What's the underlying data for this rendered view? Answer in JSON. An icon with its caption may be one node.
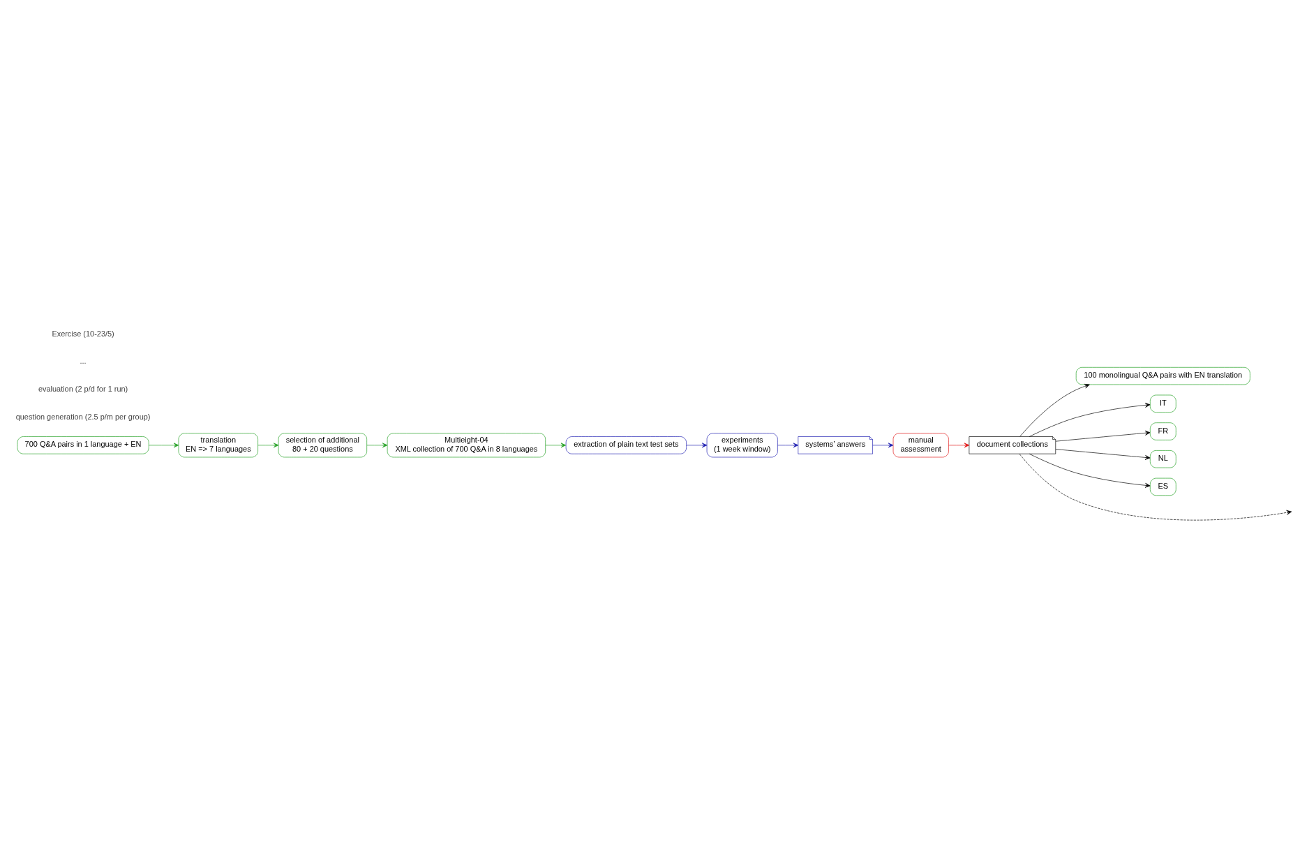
{
  "diagram": {
    "nodes": [
      {
        "text": [
          "document collections"
        ]
      },
      {
        "text": [
          "100 monolingual Q&A pairs with EN translation"
        ]
      },
      {
        "text": [
          "IT"
        ]
      },
      {
        "text": [
          "FR"
        ]
      },
      {
        "text": [
          "NL"
        ]
      },
      {
        "text": [
          "ES"
        ]
      },
      {
        "text": [
          "700 Q&A pairs in 1 language + EN"
        ]
      },
      {
        "text": [
          "translation",
          "EN => 7 languages"
        ]
      },
      {
        "text": [
          "selection of additional",
          "80 + 20 questions"
        ]
      },
      {
        "text": [
          "Multieight-04",
          "XML collection of 700 Q&A in 8 languages"
        ]
      },
      {
        "text": [
          "extraction of plain text test sets"
        ]
      },
      {
        "text": [
          "experiments",
          "(1 week window)"
        ]
      },
      {
        "text": [
          "systems’ answers"
        ]
      },
      {
        "text": [
          "manual",
          "assessment"
        ]
      }
    ],
    "edges": [
      {
        "from": 0,
        "to": 1,
        "arrow": "to"
      },
      {
        "from": 0,
        "to": 2,
        "arrow": "to"
      },
      {
        "from": 0,
        "to": 3,
        "arrow": "to"
      },
      {
        "from": 0,
        "to": 4,
        "arrow": "to"
      },
      {
        "from": 0,
        "to": 5,
        "arrow": "to"
      },
      {
        "from": 0,
        "to": null,
        "arrow": "to",
        "style": "dashed"
      },
      {
        "from": 6,
        "to": 7,
        "arrow": "to",
        "color": "#22a022"
      },
      {
        "from": 7,
        "to": 8,
        "arrow": "to",
        "color": "#22a022"
      },
      {
        "from": 8,
        "to": 9,
        "arrow": "to",
        "color": "#22a022"
      },
      {
        "from": 9,
        "to": 10,
        "arrow": "to",
        "color": "#22a022"
      },
      {
        "from": 10,
        "to": 11,
        "arrow": "to",
        "color": "#1a1ab0"
      },
      {
        "from": 11,
        "to": 12,
        "arrow": "to",
        "color": "#1a1ab0"
      },
      {
        "from": 12,
        "to": 13,
        "arrow": "to",
        "color": "#1a1ab0"
      },
      {
        "from": 13,
        "to": 0,
        "arrow": "to",
        "color": "#e01010"
      }
    ],
    "labels": [
      "question generation (2.5 p/m per group)",
      "evaluation (2 p/d for 1 run)",
      "...",
      "Exercise (10-23/5)"
    ]
  }
}
